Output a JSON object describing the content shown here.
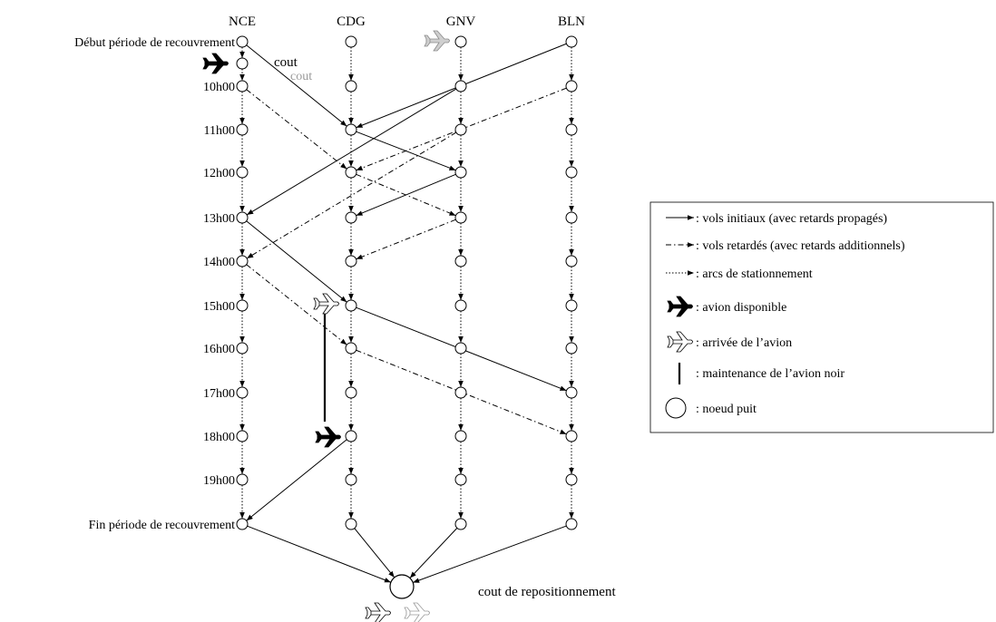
{
  "airports": [
    "NCE",
    "CDG",
    "GNV",
    "BLN"
  ],
  "time_rows": [
    "Début période de recouvrement",
    "",
    "10h00",
    "11h00",
    "12h00",
    "13h00",
    "14h00",
    "15h00",
    "16h00",
    "17h00",
    "18h00",
    "19h00",
    "Fin période de recouvrement"
  ],
  "labels": {
    "cost_black": "cout",
    "cost_gray": "cout",
    "repositioning_cost": "cout de repositionnement"
  },
  "colors": {
    "black": "#000000",
    "gray": "#9a9a9a"
  },
  "legend": {
    "initial_flights": ": vols initiaux (avec retards propagés)",
    "delayed_flights": ": vols retardés (avec retards additionnels)",
    "parking_arcs": ": arcs de stationnement",
    "available_plane": ": avion disponible",
    "plane_arrival": ": arrivée de l’avion",
    "maintenance": ": maintenance de l’avion noir",
    "sink_node": ": noeud puit"
  },
  "arcs": {
    "solid": [
      [
        "NCE",
        0,
        "CDG",
        3
      ],
      [
        "BLN",
        0,
        "CDG",
        3
      ],
      [
        "GNV",
        2,
        "NCE",
        5
      ],
      [
        "CDG",
        3,
        "GNV",
        4
      ],
      [
        "GNV",
        4,
        "CDG",
        5
      ],
      [
        "NCE",
        5,
        "CDG",
        7
      ],
      [
        "CDG",
        7,
        "BLN",
        9
      ],
      [
        "CDG",
        10,
        "NCE",
        12
      ]
    ],
    "dashdot": [
      [
        "NCE",
        2,
        "CDG",
        4
      ],
      [
        "BLN",
        2,
        "CDG",
        4
      ],
      [
        "CDG",
        4,
        "GNV",
        5
      ],
      [
        "GNV",
        3,
        "NCE",
        6
      ],
      [
        "GNV",
        5,
        "CDG",
        6
      ],
      [
        "NCE",
        6,
        "CDG",
        8
      ],
      [
        "CDG",
        8,
        "BLN",
        10
      ]
    ],
    "to_sink": [
      [
        "NCE",
        12
      ],
      [
        "CDG",
        12
      ],
      [
        "GNV",
        12
      ],
      [
        "BLN",
        12
      ]
    ]
  }
}
